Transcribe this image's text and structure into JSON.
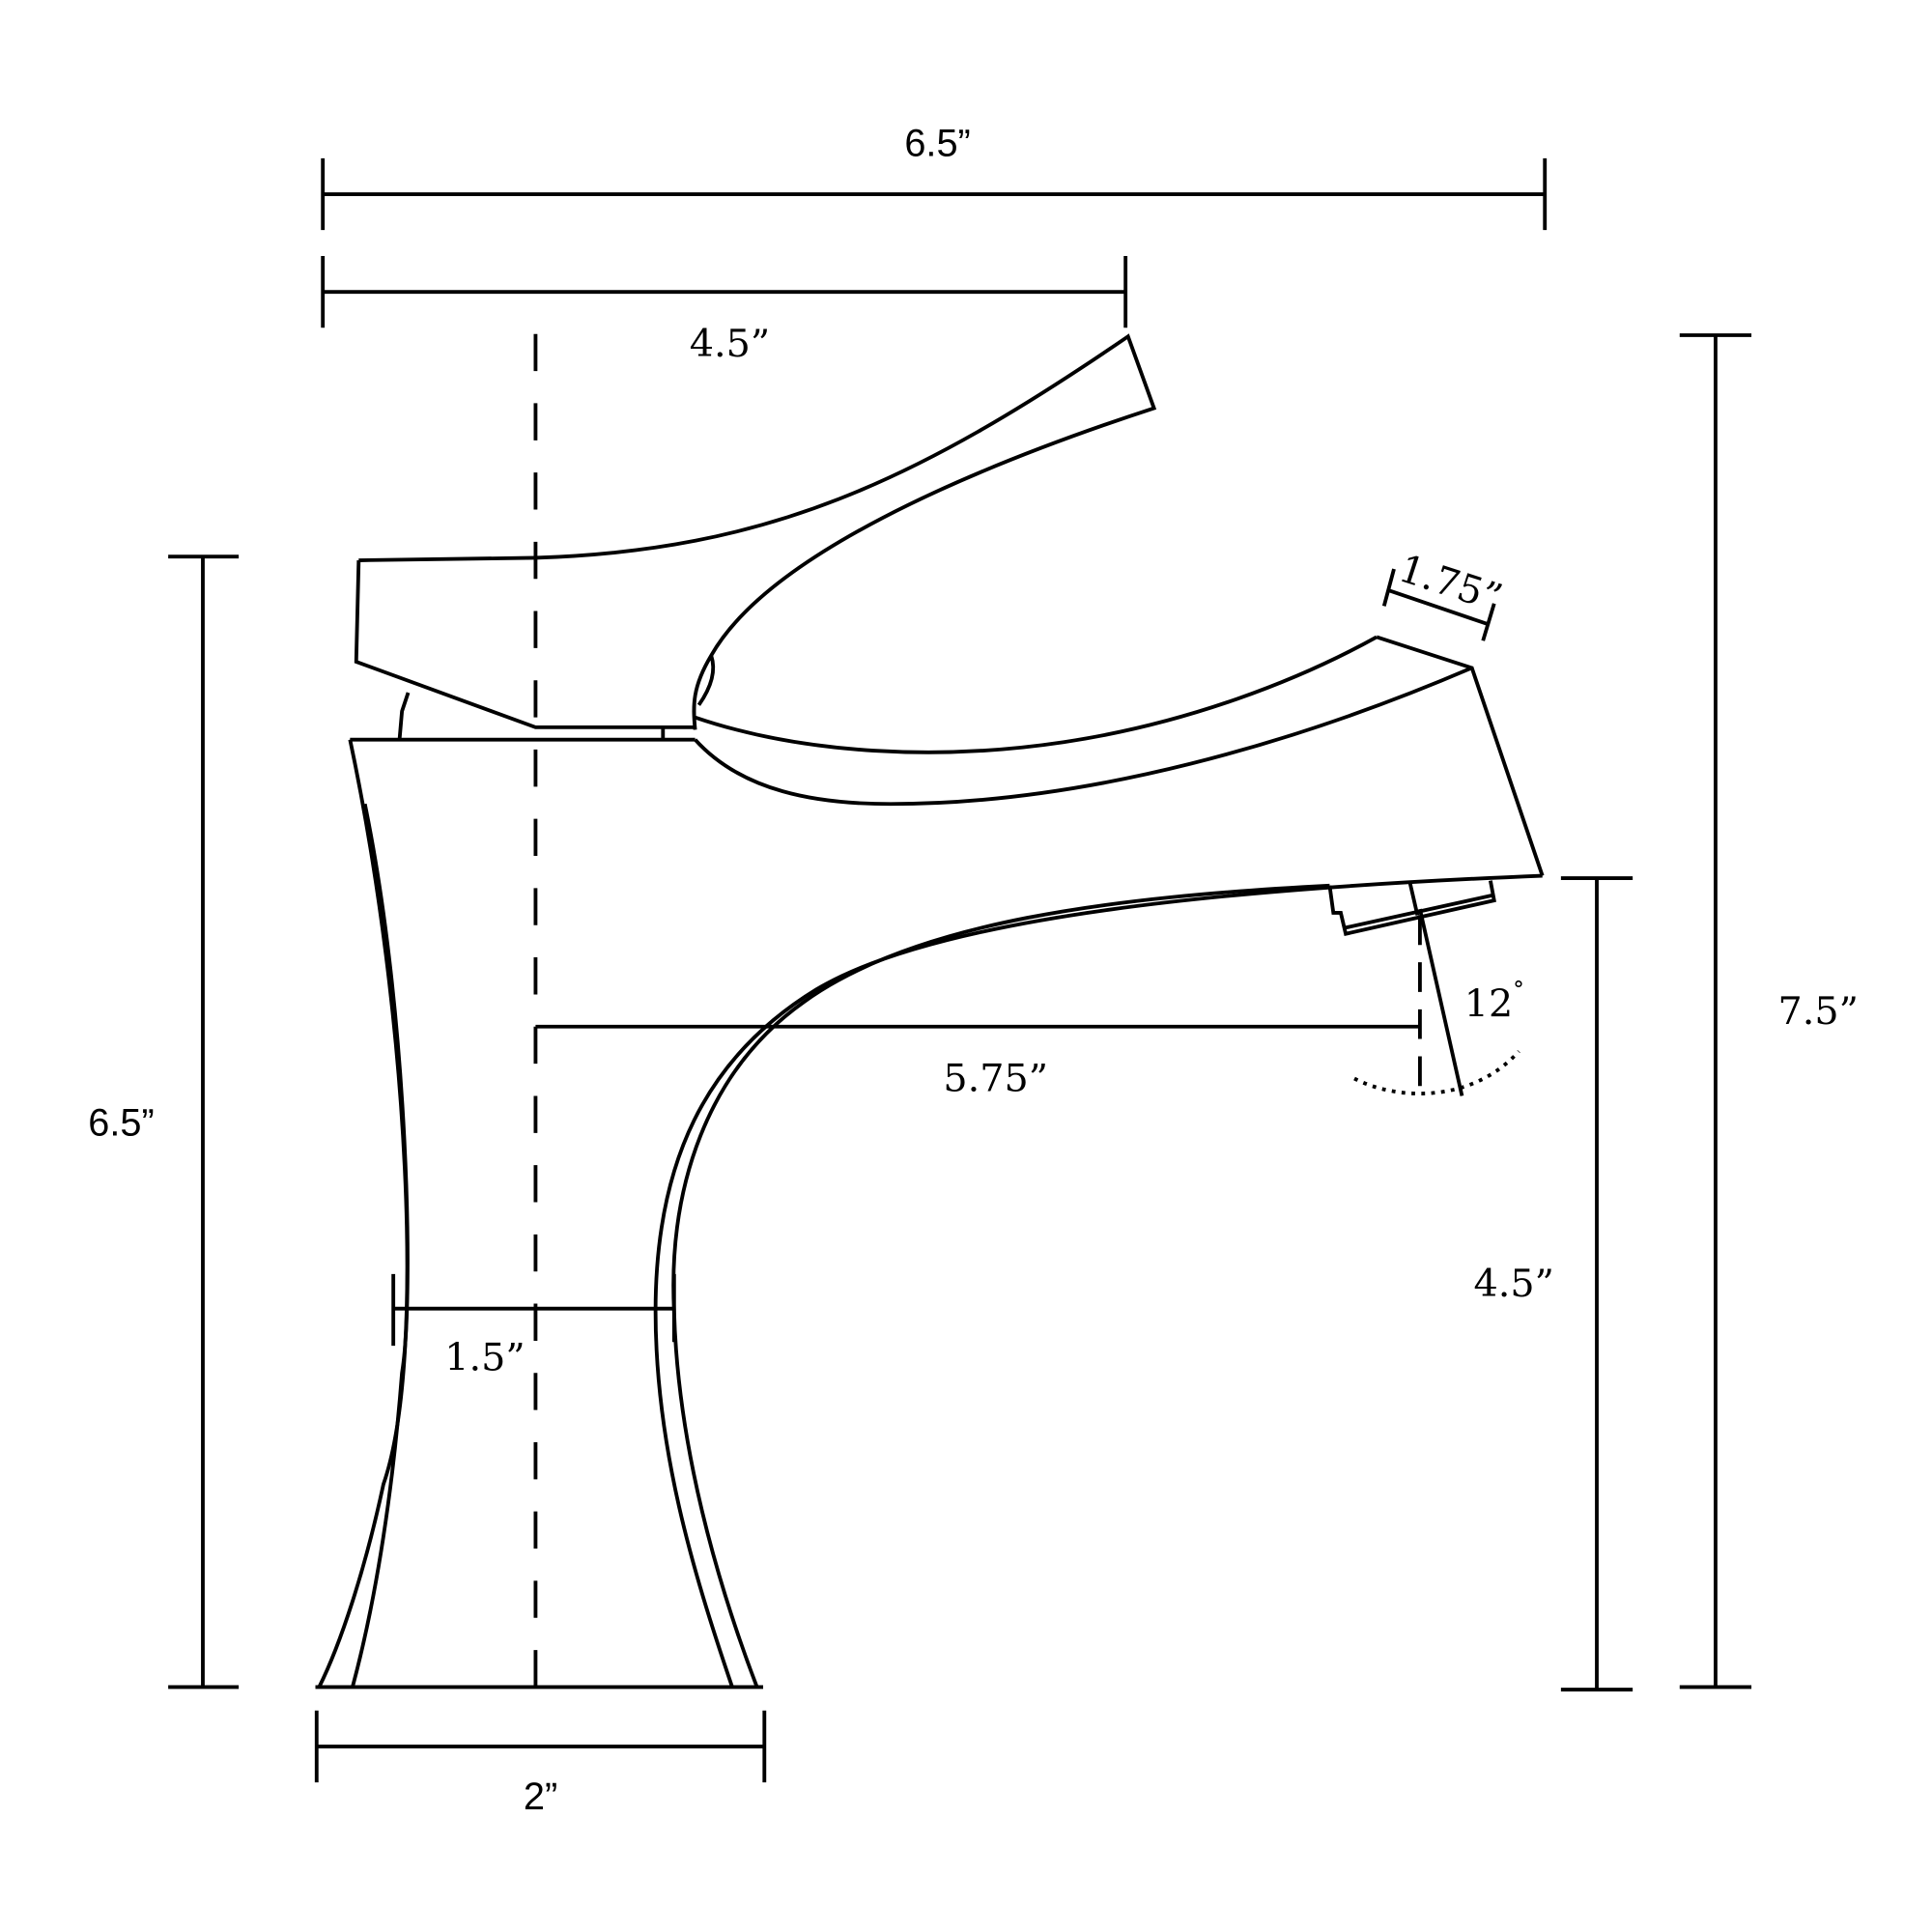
{
  "diagram": {
    "title": "Faucet side-view dimension drawing",
    "colors": {
      "line": "#000000",
      "background": "#ffffff"
    },
    "dimensions": {
      "overall_width": {
        "label": "6.5”"
      },
      "handle_reach": {
        "label": "4.5”"
      },
      "body_height": {
        "label": "6.5”"
      },
      "overall_height": {
        "label": "7.5”"
      },
      "spout_reach": {
        "label": "5.75”"
      },
      "spout_clearance": {
        "label": "4.5”"
      },
      "spout_tip_width": {
        "label": "1.75”"
      },
      "spray_angle": {
        "label": "12",
        "unit": "°"
      },
      "waist_width": {
        "label": "1.5”"
      },
      "base_width": {
        "label": "2”"
      }
    }
  }
}
